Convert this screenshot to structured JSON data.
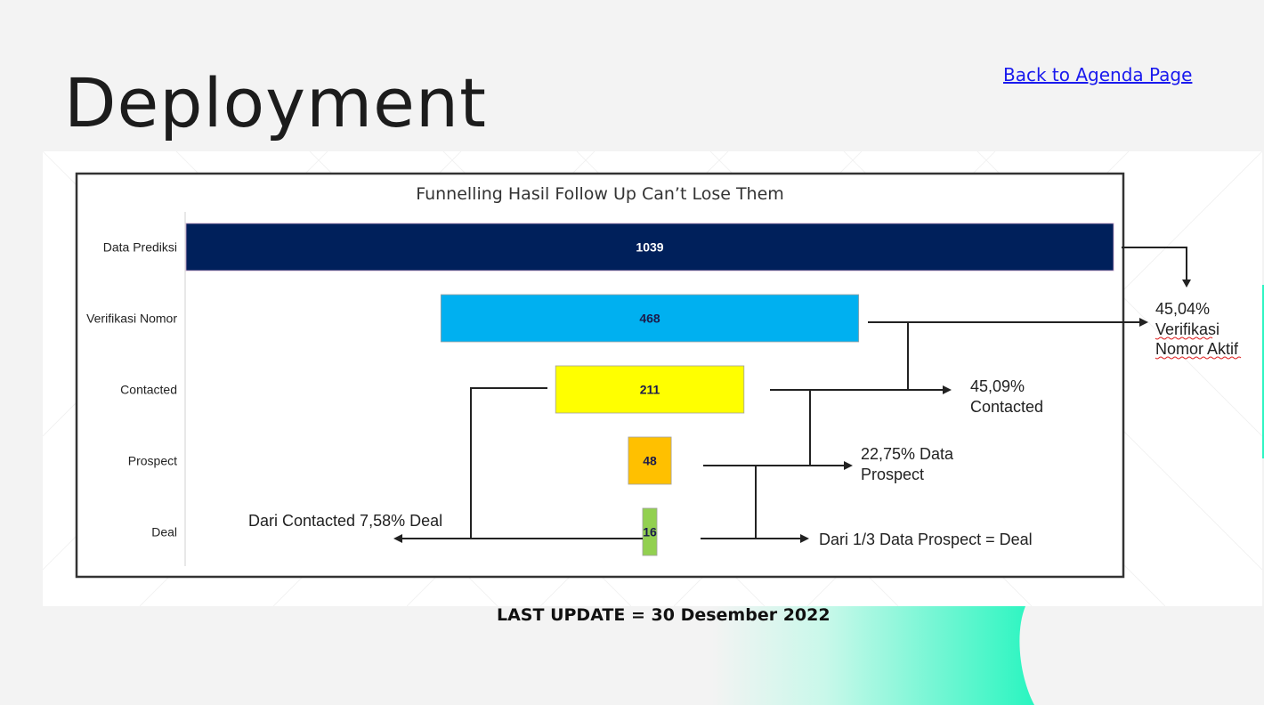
{
  "page": {
    "title": "Deployment",
    "back_link": "Back to Agenda Page",
    "last_update": "LAST UPDATE = 30 Desember 2022"
  },
  "colors": {
    "accent_gradient": [
      "#b8f6e2",
      "#2ef5c3"
    ],
    "link": "#1a1aee"
  },
  "chart_data": {
    "type": "bar",
    "orientation": "horizontal-funnel",
    "title": "Funnelling Hasil Follow Up Can’t Lose Them",
    "categories": [
      "Data Prediksi",
      "Verifikasi Nomor",
      "Contacted",
      "Prospect",
      "Deal"
    ],
    "values": [
      1039,
      468,
      211,
      48,
      16
    ],
    "colors": [
      "#00205b",
      "#00b0f0",
      "#ffff00",
      "#ffc000",
      "#92d050"
    ],
    "label_colors": [
      "#ffffff",
      "#1b1b4b",
      "#1b1b4b",
      "#1b1b4b",
      "#1b1b4b"
    ],
    "xlim": [
      0,
      1039
    ],
    "annotations": {
      "verifikasi": [
        "45,04%",
        "Verifikasi",
        "Nomor Aktif"
      ],
      "contacted": [
        "45,09%",
        "Contacted"
      ],
      "prospect": [
        "22,75% Data",
        "Prospect"
      ],
      "deal": "Dari 1/3 Data Prospect = Deal",
      "contacted_deal": "Dari Contacted 7,58% Deal"
    }
  }
}
